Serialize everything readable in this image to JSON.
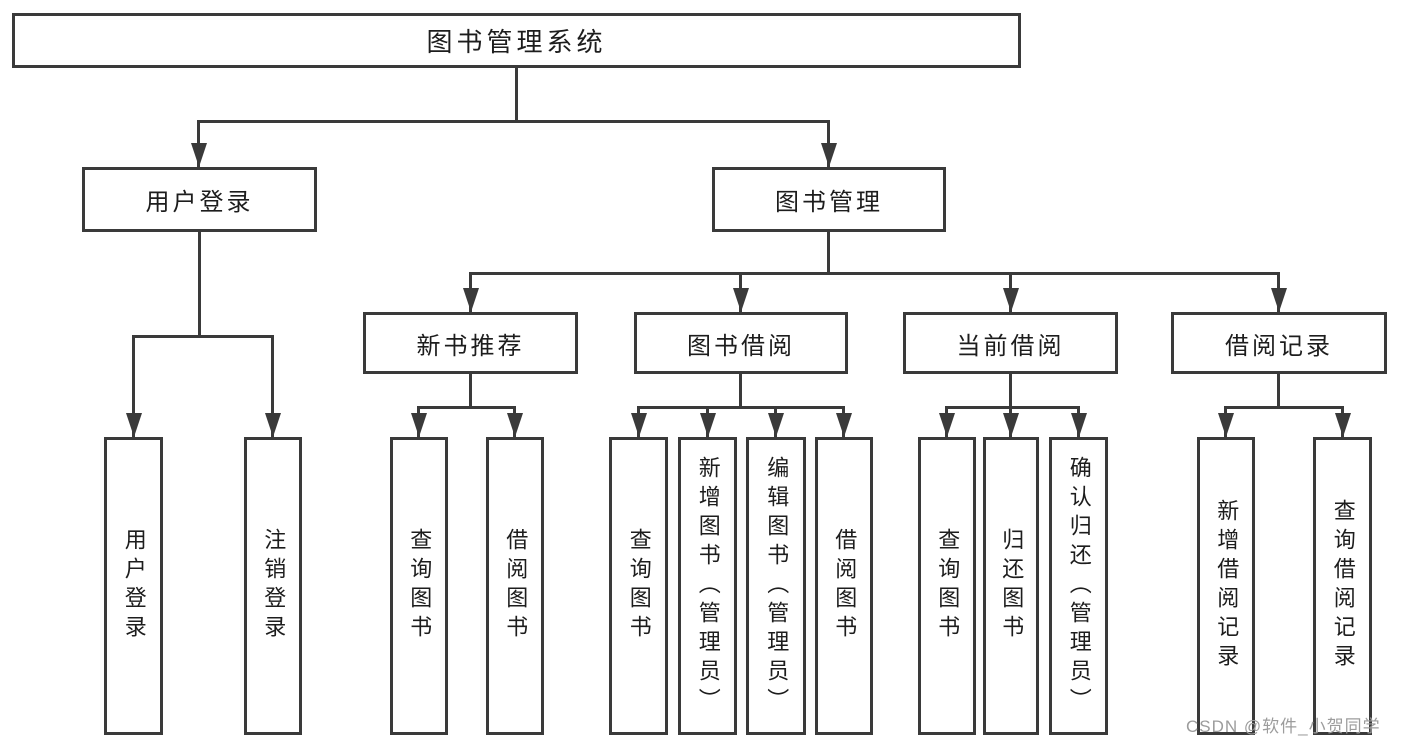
{
  "colors": {
    "line": "#3a3a3a",
    "text": "#1d1d1d",
    "background": "#ffffff",
    "watermark": "#9c9c9c"
  },
  "watermark": "CSDN @软件_小贺同学",
  "tree": {
    "label": "图书管理系统",
    "children": [
      {
        "label": "用户登录",
        "children": [
          {
            "label": "用户登录"
          },
          {
            "label": "注销登录"
          }
        ]
      },
      {
        "label": "图书管理",
        "children": [
          {
            "label": "新书推荐",
            "children": [
              {
                "label": "查询图书"
              },
              {
                "label": "借阅图书"
              }
            ]
          },
          {
            "label": "图书借阅",
            "children": [
              {
                "label": "查询图书"
              },
              {
                "label": "新增图书（管理员）"
              },
              {
                "label": "编辑图书（管理员）"
              },
              {
                "label": "借阅图书"
              }
            ]
          },
          {
            "label": "当前借阅",
            "children": [
              {
                "label": "查询图书"
              },
              {
                "label": "归还图书"
              },
              {
                "label": "确认归还（管理员）"
              }
            ]
          },
          {
            "label": "借阅记录",
            "children": [
              {
                "label": "新增借阅记录"
              },
              {
                "label": "查询借阅记录"
              }
            ]
          }
        ]
      }
    ]
  }
}
